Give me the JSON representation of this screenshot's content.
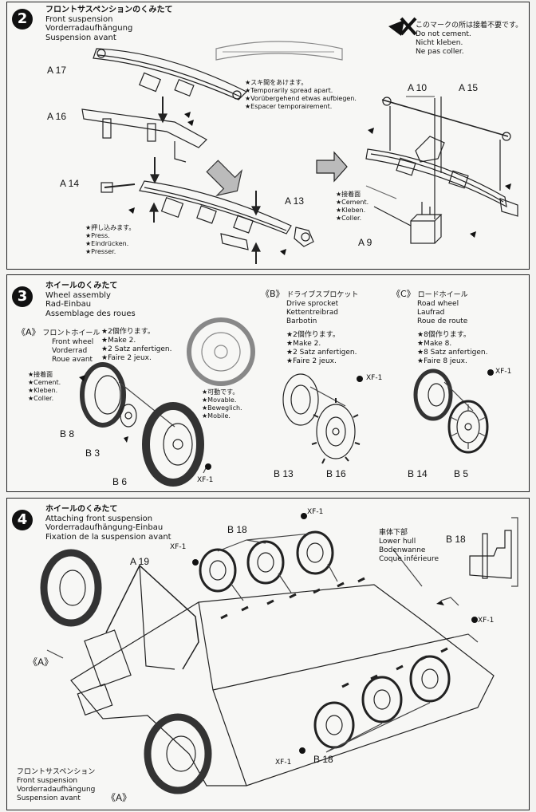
{
  "step2": {
    "number": "2",
    "title_jp": "フロントサスペンションのくみたて",
    "title_en": "Front suspension",
    "title_de": "Vorderradaufhängung",
    "title_fr": "Suspension avant",
    "parts": {
      "a17": "A 17",
      "a16": "A 16",
      "a14": "A 14",
      "a13": "A 13",
      "a10": "A 10",
      "a15": "A 15",
      "a9": "A 9"
    },
    "no_cement": [
      "このマークの所は接着不要です。",
      "Do not cement.",
      "Nicht kleben.",
      "Ne pas coller."
    ],
    "spread": [
      "★スキ間をあけます。",
      "★Temporarily spread apart.",
      "★Vorübergehend etwas aufbiegen.",
      "★Espacer temporairement."
    ],
    "press": [
      "★押し込みます。",
      "★Press.",
      "★Eindrücken.",
      "★Presser."
    ],
    "cement": [
      "★接着面",
      "★Cement.",
      "★Kleben.",
      "★Coller."
    ]
  },
  "step3": {
    "number": "3",
    "title_jp": "ホイールのくみたて",
    "title_en": "Wheel assembly",
    "title_de": "Rad-Einbau",
    "title_fr": "Assemblage des roues",
    "a": {
      "tag": "《A》",
      "name_jp": "フロントホイール",
      "name": [
        "Front wheel",
        "Vorderrad",
        "Roue avant"
      ],
      "make": [
        "★2個作ります。",
        "★Make 2.",
        "★2 Satz anfertigen.",
        "★Faire 2 jeux."
      ]
    },
    "b": {
      "tag": "《B》",
      "name_jp": "ドライブスプロケット",
      "name": [
        "Drive sprocket",
        "Kettentreibrad",
        "Barbotin"
      ],
      "make": [
        "★2個作ります。",
        "★Make 2.",
        "★2 Satz anfertigen.",
        "★Faire 2 jeux."
      ]
    },
    "c": {
      "tag": "《C》",
      "name_jp": "ロードホイール",
      "name": [
        "Road wheel",
        "Laufrad",
        "Roue de route"
      ],
      "make": [
        "★8個作ります。",
        "★Make 8.",
        "★8 Satz anfertigen.",
        "★Faire 8 jeux."
      ]
    },
    "cement": [
      "★接着面",
      "★Cement.",
      "★Kleben.",
      "★Coller."
    ],
    "movable": [
      "★可動です。",
      "★Movable.",
      "★Beweglich.",
      "★Mobile."
    ],
    "parts": {
      "b8": "B 8",
      "b3": "B 3",
      "b6": "B 6",
      "xf1": "XF-1",
      "b13": "B 13",
      "b16": "B 16",
      "b14": "B 14",
      "b5": "B 5"
    }
  },
  "step4": {
    "number": "4",
    "title_jp": "ホイールのくみたて",
    "title_en": "Attaching front suspension",
    "title_de": "Vorderradaufhängung-Einbau",
    "title_fr": "Fixation de la suspension avant",
    "hull": [
      "車体下部",
      "Lower hull",
      "Bodenwanne",
      "Coque inférieure"
    ],
    "front_susp": [
      "フロントサスペンション",
      "Front suspension",
      "Vorderradaufhängung",
      "Suspension avant"
    ],
    "parts": {
      "b18": "B 18",
      "a19": "A 19",
      "xf1": "XF-1",
      "a_tag": "《A》"
    }
  }
}
